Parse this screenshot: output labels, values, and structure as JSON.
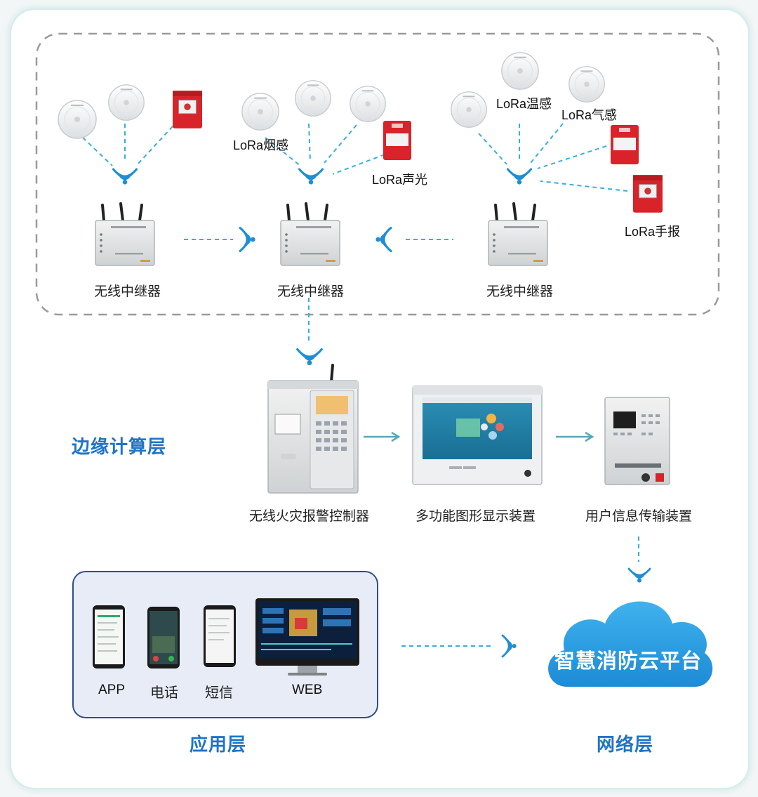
{
  "sensors": {
    "smoke": "LoRa烟感",
    "sound_light": "LoRa声光",
    "temperature": "LoRa温感",
    "gas": "LoRa气感",
    "manual_alarm": "LoRa手报"
  },
  "repeaters": {
    "left": "无线中继器",
    "middle": "无线中继器",
    "right": "无线中继器"
  },
  "edge_devices": {
    "controller": "无线火灾报警控制器",
    "display": "多功能图形显示装置",
    "transmitter": "用户信息传输装置"
  },
  "app_channels": {
    "app": "APP",
    "phone": "电话",
    "sms": "短信",
    "web": "WEB"
  },
  "cloud": "智慧消防云平台",
  "layers": {
    "edge": "边缘计算层",
    "application": "应用层",
    "network": "网络层"
  },
  "colors": {
    "accent_blue": "#1e74c8",
    "cloud_blue": "#2a9fe0",
    "dashed_line": "#35aee0",
    "alarm_red": "#d8232a",
    "app_panel": "#e8ecf6"
  }
}
